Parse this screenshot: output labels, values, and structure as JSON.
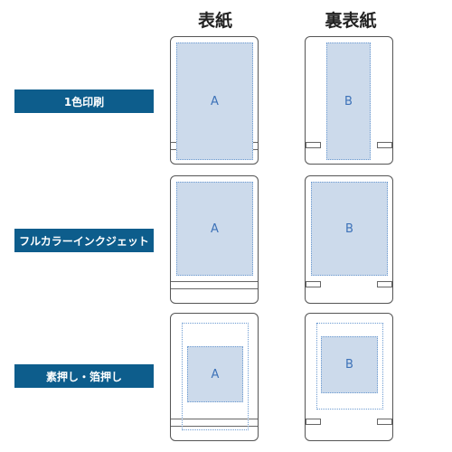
{
  "columns": [
    "表紙",
    "裏表紙"
  ],
  "rows": [
    "1色印刷",
    "フルカラーインクジェット",
    "素押し・箔押し"
  ],
  "area_labels": {
    "front": "A",
    "back": "B"
  },
  "colors": {
    "label_bg": "#0d5d8c",
    "print_fill": "#ccdaeb",
    "print_text": "#3d72b8",
    "outline": "#555555"
  }
}
